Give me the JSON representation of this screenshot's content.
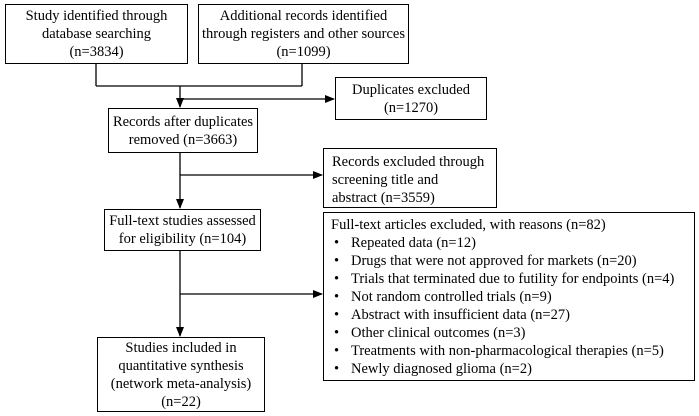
{
  "boxes": {
    "database": {
      "lines": [
        "Study identified through",
        "database searching",
        "(n=3834)"
      ]
    },
    "registers": {
      "lines": [
        "Additional records identified",
        "through registers and other sources",
        "(n=1099)"
      ]
    },
    "duplicates": {
      "lines": [
        "Duplicates excluded",
        "(n=1270)"
      ]
    },
    "after_duplicates": {
      "lines": [
        "Records after duplicates",
        "removed  (n=3663)"
      ]
    },
    "screening": {
      "lines": [
        "Records excluded through",
        "screening title and",
        "abstract  (n=3559)"
      ]
    },
    "fulltext": {
      "lines": [
        "Full-text studies assessed",
        "for eligibility  (n=104)"
      ]
    },
    "excluded": {
      "heading": "Full-text articles excluded, with reasons (n=82)",
      "reasons": [
        "Repeated data (n=12)",
        "Drugs that were not approved for markets (n=20)",
        "Trials that terminated due to futility for endpoints (n=4)",
        "Not random controlled trials (n=9)",
        "Abstract with insufficient data (n=27)",
        "Other clinical outcomes (n=3)",
        "Treatments with non-pharmacological therapies (n=5)",
        "Newly diagnosed glioma (n=2)"
      ]
    },
    "included": {
      "lines": [
        "Studies included in",
        "quantitative synthesis",
        "(network meta-analysis)",
        "(n=22)"
      ]
    }
  }
}
